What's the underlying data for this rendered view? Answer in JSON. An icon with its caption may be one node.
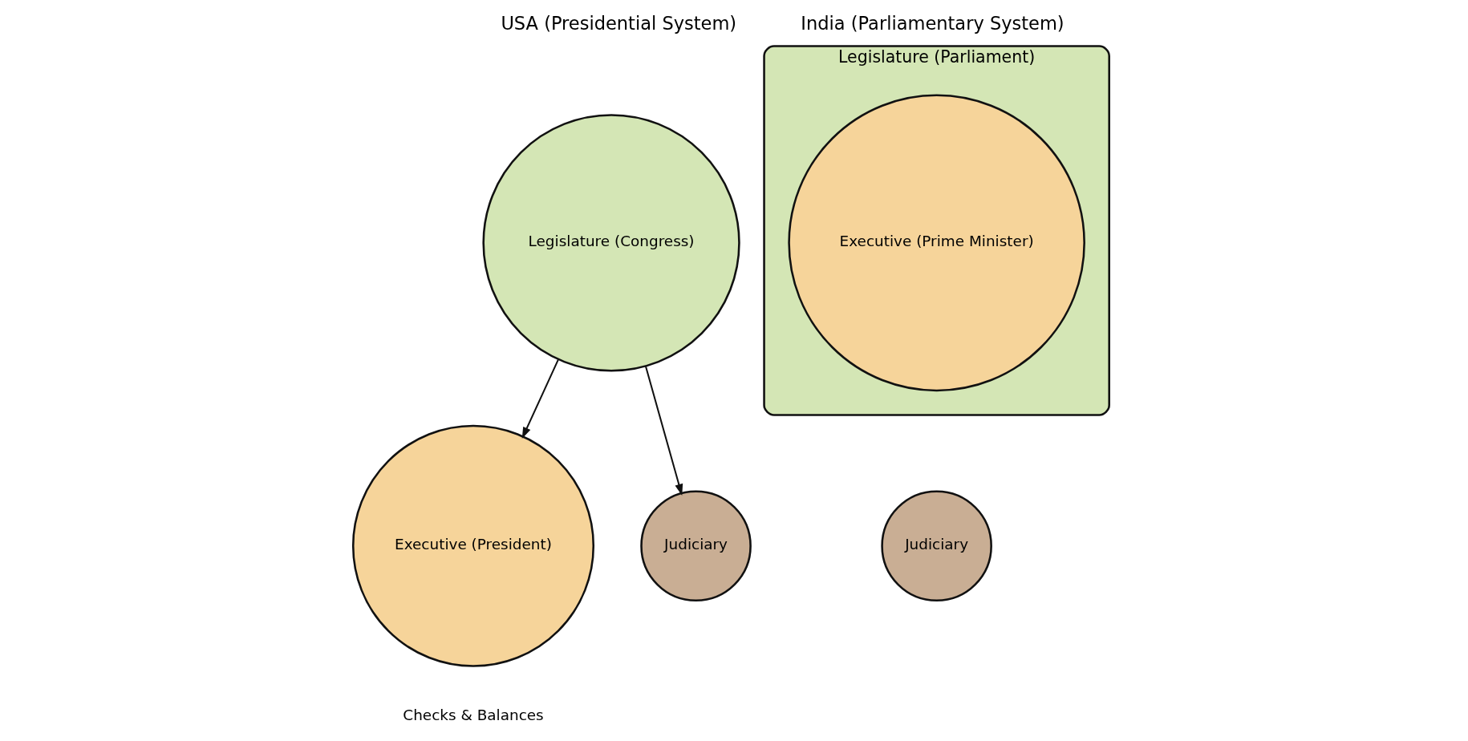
{
  "diagram": {
    "nodes": [
      {
        "text": [
          "Executive (President)"
        ]
      },
      {
        "text": [
          "Legislature (Congress)"
        ]
      },
      {
        "text": [
          "Judiciary"
        ]
      },
      {
        "text": [
          "Legislature (Parliament)"
        ]
      },
      {
        "text": [
          "Executive (Prime Minister)"
        ],
        "in": 3
      },
      {
        "text": [
          "Judiciary"
        ]
      }
    ],
    "edges": [
      {
        "from": 1,
        "to": 0,
        "arrow": "to"
      },
      {
        "from": 1,
        "to": 2,
        "arrow": "to"
      }
    ],
    "labels": [
      "USA (Presidential System)",
      "India (Parliamentary System)",
      "Checks & Balances"
    ]
  }
}
